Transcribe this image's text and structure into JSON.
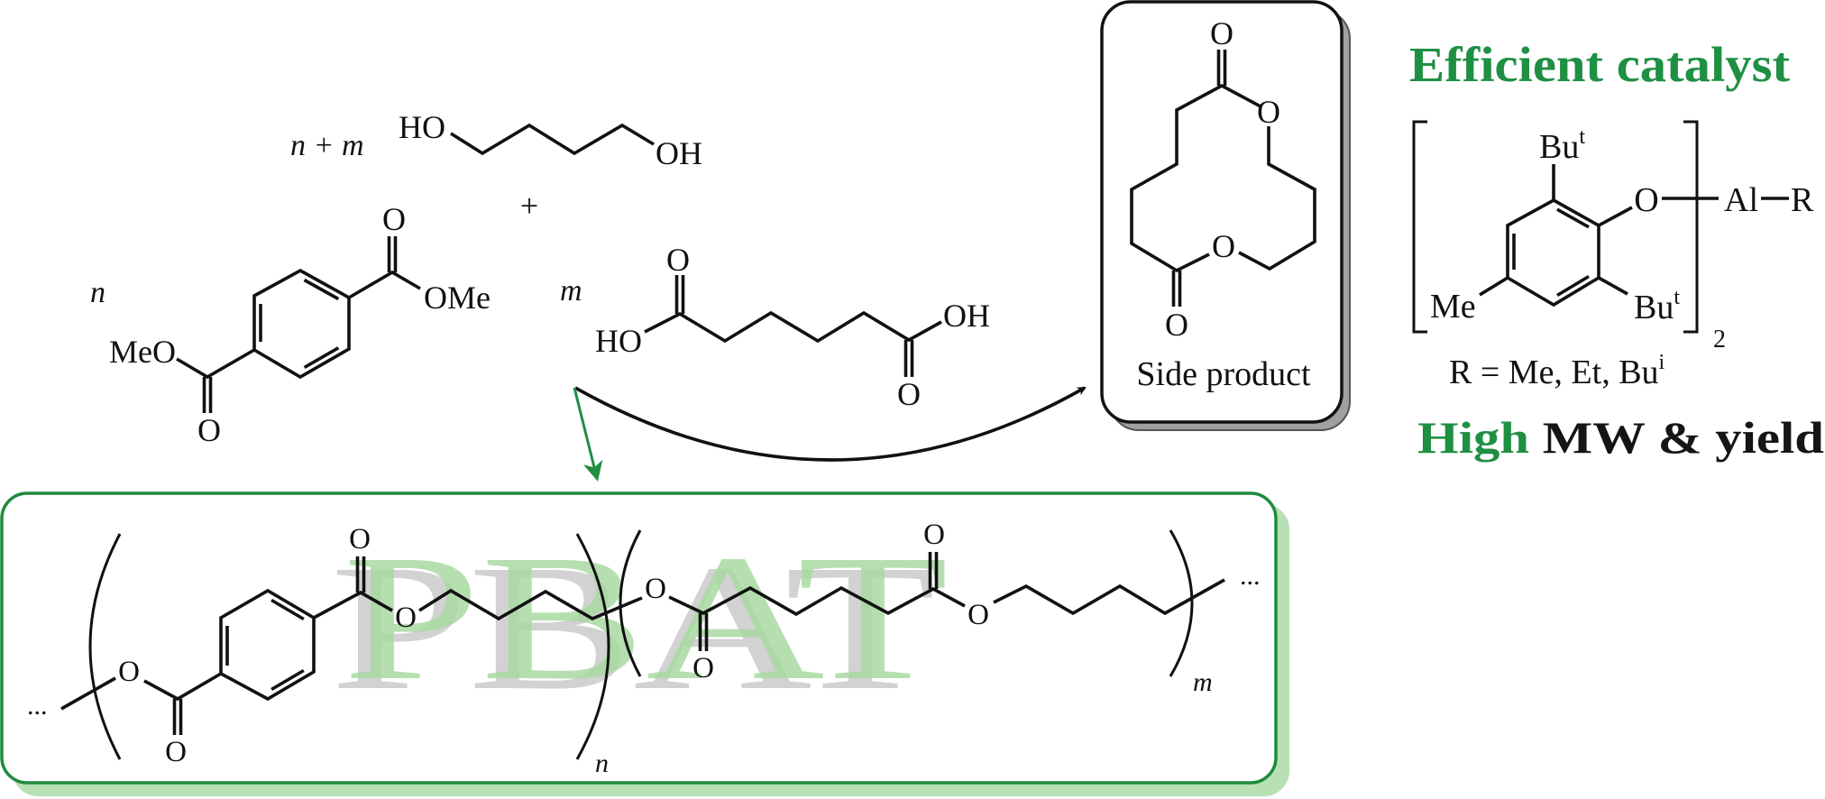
{
  "colors": {
    "accent_green": "#1f8f43",
    "box_green": "#1e8b3c",
    "box_shadow_green": "#b9dfb4",
    "watermark_green": "#a9d9a2",
    "watermark_grey": "#d2d2d2",
    "side_box_shadow": "#a0a0a0"
  },
  "reactants": {
    "diol_coeff": "n + m",
    "diol_ho": "HO",
    "diol_oh": "OH",
    "plus": "+",
    "ester_coeff": "n",
    "ester_o_top": "O",
    "ester_ome": "OMe",
    "ester_meo": "MeO",
    "ester_o_bottom": "O",
    "acid_coeff": "m",
    "acid_o_top": "O",
    "acid_ho": "HO",
    "acid_oh": "OH",
    "acid_o_bottom": "O"
  },
  "side_product": {
    "label": "Side product",
    "atoms": [
      "O",
      "O",
      "O",
      "O"
    ]
  },
  "catalyst": {
    "title": "Efficient catalyst",
    "bu_top": "Bu",
    "bu_top_sup": "t",
    "bu_bottom": "Bu",
    "bu_bottom_sup": "t",
    "me": "Me",
    "o": "O",
    "al": "Al",
    "r": "R",
    "subscript": "2",
    "r_definition": "R = Me, Et, Bu",
    "r_definition_sup": "i"
  },
  "result": {
    "high": "High",
    "rest": " MW & yield"
  },
  "product": {
    "watermark": "PBAT",
    "ellipsis_left": "...",
    "ellipsis_right": "...",
    "repeat_n": "n",
    "repeat_m": "m",
    "atoms": [
      "O",
      "O",
      "O",
      "O",
      "O",
      "O",
      "O",
      "O"
    ]
  }
}
